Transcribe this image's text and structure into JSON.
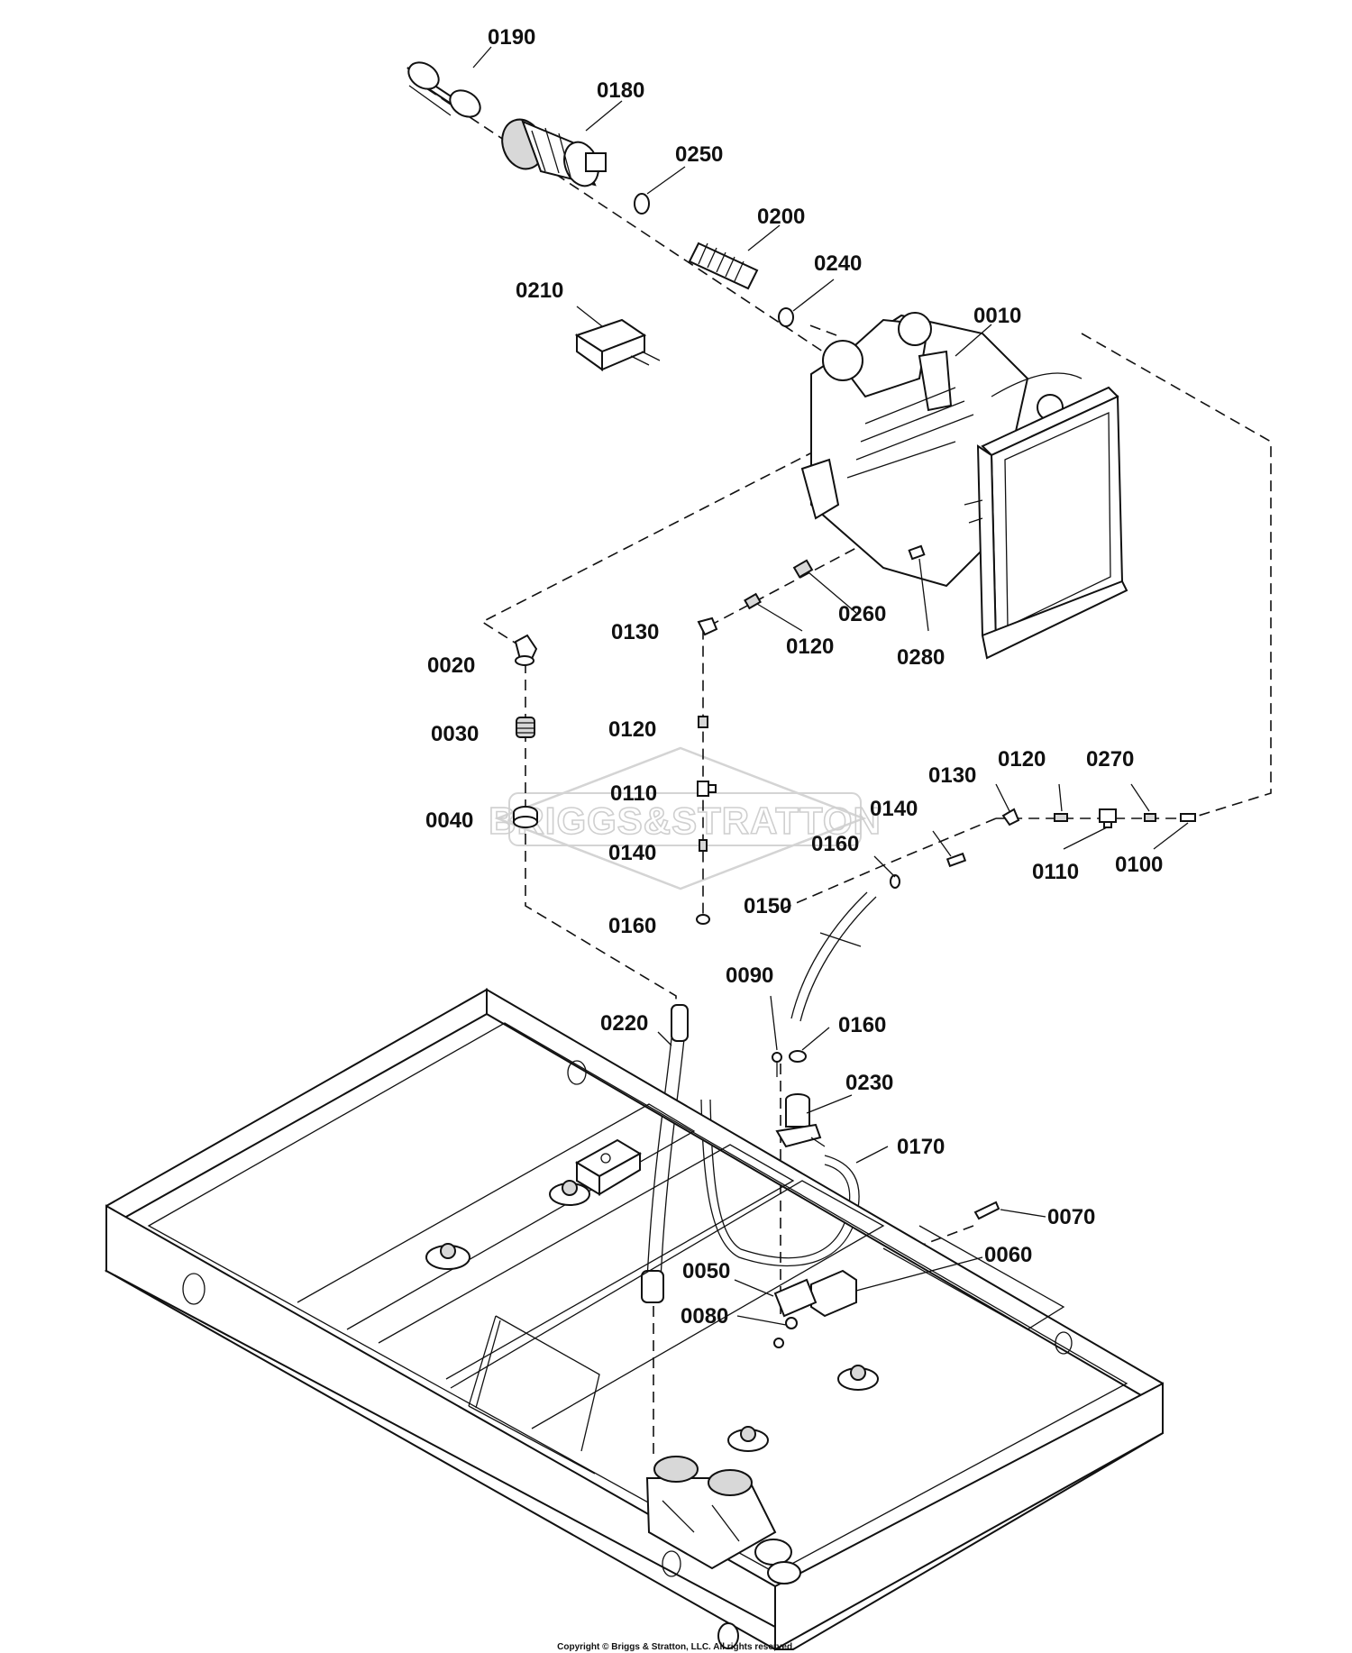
{
  "labels": [
    {
      "id": "0190",
      "text": "0190"
    },
    {
      "id": "0180",
      "text": "0180"
    },
    {
      "id": "0250",
      "text": "0250"
    },
    {
      "id": "0200",
      "text": "0200"
    },
    {
      "id": "0240",
      "text": "0240"
    },
    {
      "id": "0210",
      "text": "0210"
    },
    {
      "id": "0010",
      "text": "0010"
    },
    {
      "id": "0260",
      "text": "0260"
    },
    {
      "id": "0120a",
      "text": "0120"
    },
    {
      "id": "0130a",
      "text": "0130"
    },
    {
      "id": "0280",
      "text": "0280"
    },
    {
      "id": "0020",
      "text": "0020"
    },
    {
      "id": "0030",
      "text": "0030"
    },
    {
      "id": "0040",
      "text": "0040"
    },
    {
      "id": "0120b",
      "text": "0120"
    },
    {
      "id": "0110a",
      "text": "0110"
    },
    {
      "id": "0140a",
      "text": "0140"
    },
    {
      "id": "0160a",
      "text": "0160"
    },
    {
      "id": "0130b",
      "text": "0130"
    },
    {
      "id": "0120c",
      "text": "0120"
    },
    {
      "id": "0270",
      "text": "0270"
    },
    {
      "id": "0140b",
      "text": "0140"
    },
    {
      "id": "0160b",
      "text": "0160"
    },
    {
      "id": "0110b",
      "text": "0110"
    },
    {
      "id": "0100",
      "text": "0100"
    },
    {
      "id": "0150",
      "text": "0150"
    },
    {
      "id": "0090",
      "text": "0090"
    },
    {
      "id": "0160c",
      "text": "0160"
    },
    {
      "id": "0220",
      "text": "0220"
    },
    {
      "id": "0230",
      "text": "0230"
    },
    {
      "id": "0170",
      "text": "0170"
    },
    {
      "id": "0070",
      "text": "0070"
    },
    {
      "id": "0060",
      "text": "0060"
    },
    {
      "id": "0050",
      "text": "0050"
    },
    {
      "id": "0080",
      "text": "0080"
    }
  ],
  "watermark": "BRIGGS&STRATTON",
  "copyright": "Copyright © Briggs & Stratton, LLC. All rights reserved."
}
